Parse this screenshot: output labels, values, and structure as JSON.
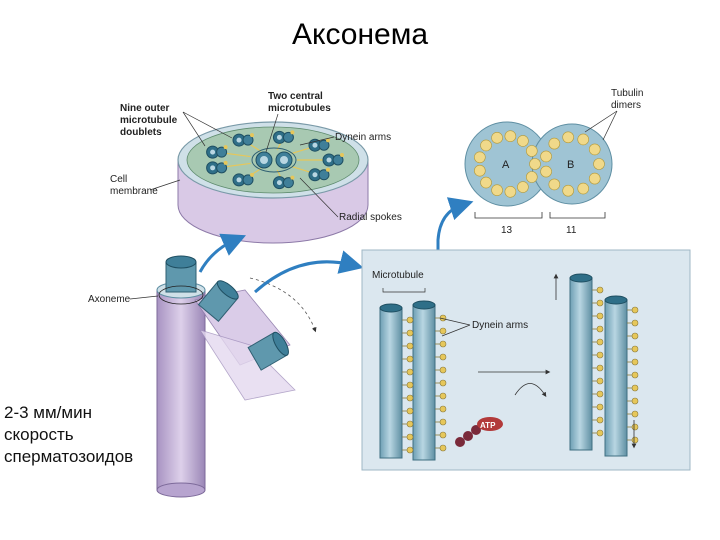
{
  "title": "Аксонема",
  "caption": [
    "2-3 мм/мин",
    "скорость",
    "сперматозоидов"
  ],
  "labels": {
    "nine_outer": [
      "Nine outer",
      "microtubule",
      "doublets"
    ],
    "two_central": [
      "Two central",
      "microtubules"
    ],
    "dynein_arms_top": "Dynein arms",
    "cell_membrane": [
      "Cell",
      "membrane"
    ],
    "radial_spokes": "Radial spokes",
    "tubulin_dimers": [
      "Tubulin",
      "dimers"
    ],
    "tubule_a": "A",
    "tubule_b": "B",
    "count_a": "13",
    "count_b": "11",
    "axoneme": "Axoneme",
    "microtubule": "Microtubule",
    "dynein_arms_panel": "Dynein arms",
    "atp": "ATP"
  },
  "colors": {
    "tubule_blue": "#9fc4d4",
    "tubule_dark": "#3f7f99",
    "membrane_purple": "#c9b6da",
    "panel_bg": "#dbe7ef",
    "arrow_blue": "#2f7fc1",
    "dynein_yellow": "#e6c75a",
    "atp_red": "#b23a3a"
  }
}
